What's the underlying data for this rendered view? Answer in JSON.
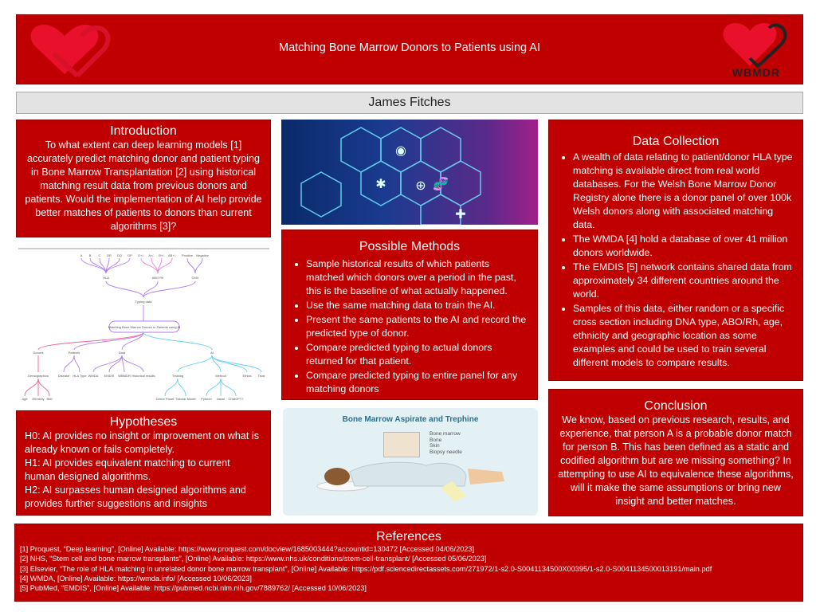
{
  "header": {
    "title": "Matching Bone Marrow Donors to Patients using AI",
    "logo_text": "WBMDR"
  },
  "author": "James Fitches",
  "intro": {
    "heading": "Introduction",
    "text": "To what extent can deep learning models [1] accurately predict matching donor and patient typing in Bone Marrow Transplantation [2] using historical matching result data from previous donors and patients. Would the implementation of AI help provide better matches of patients to donors than current algorithms [3]?"
  },
  "mindmap": {
    "root": "Matching Bone Marrow Donors to Patients using AI",
    "typing": "Typing data",
    "hla": [
      "A",
      "B",
      "C",
      "DR",
      "DQ",
      "DP"
    ],
    "abo": [
      "O+/-",
      "A+/-",
      "B+/-",
      "AB+/-"
    ],
    "cmv": [
      "Positive",
      "Negative"
    ],
    "mid": [
      "HLA",
      "ABO Rh",
      "CMV"
    ],
    "branches": [
      "Donors",
      "Patients",
      "Data",
      "AI"
    ],
    "donors_sub": "Demographics",
    "demo": [
      "Age",
      "Ethnicity",
      "BMI"
    ],
    "patients": [
      "Disease",
      "HLA Type"
    ],
    "data": [
      "WMDA",
      "EMDIS",
      "WBMDR",
      "Historical results"
    ],
    "ai": [
      "Training",
      "Method",
      "Ethics",
      "Trust"
    ],
    "training": [
      "Donor Panel",
      "Tabular Model"
    ],
    "method": [
      "Pytorch",
      "fastai",
      "ChatGPT?"
    ]
  },
  "hypotheses": {
    "heading": "Hypotheses",
    "lines": [
      "H0: AI provides no insight or improvement on what is already known or fails completely.",
      "H1: AI provides equivalent matching to current human designed algorithms.",
      "H2: AI surpasses human designed algorithms and provides further suggestions and insights"
    ]
  },
  "methods": {
    "heading": "Possible Methods",
    "items": [
      "Sample historical results of which patients matched which donors over a period in the past, this is the baseline of what actually happened.",
      "Use the same matching data to train the AI.",
      "Present the same patients to the AI and record the predicted type of donor.",
      "Compare predicted typing to actual donors returned for that patient.",
      "Compare predicted typing to entire panel for any matching donors"
    ]
  },
  "figure": {
    "title": "Bone Marrow Aspirate and Trephine",
    "labels": [
      "Bone marrow",
      "Bone",
      "Skin",
      "Biopsy needle"
    ]
  },
  "data_collection": {
    "heading": "Data Collection",
    "items": [
      "A wealth of data relating to patient/donor HLA type matching is available direct from real world databases. For the Welsh Bone Marrow Donor Registry alone there is a donor panel of over 100k Welsh donors along with associated matching data.",
      "The WMDA [4] hold a database of over 41 million donors worldwide.",
      "The EMDIS [5] network contains shared data from approximately 34 different countries around the world.",
      "Samples of this data, either random or a specific cross section including DNA type, ABO/Rh, age, ethnicity and geographic location as some examples and could be used to train several different models to compare results."
    ]
  },
  "conclusion": {
    "heading": "Conclusion",
    "text": "We know, based on previous research, results, and experience, that person A is a probable donor match for person B. This has been defined as a static and codified algorithm but are we missing something? In attempting to use AI to equivalence these algorithms, will it make the same assumptions or bring new insight and better matches."
  },
  "references": {
    "heading": "References",
    "items": [
      "[1] Proquest, “Deep  learning”, [Online] Available: https://www.proquest.com/docview/1685003444?accountid=130472 [Accessed 04/06/2023]",
      "[2] NHS,  “Stem  cell and bone marrow transplants”, [Online] Available: https://www.nhs.uk/conditions/stem-cell-transplant/ [Accessed 05/06/2023]",
      "[3] Elsevier, “The  role of HLA  matching in unrelated donor bone marrow transplant”, [Online] Available: https://pdf.sciencedirectassets.com/271972/1-s2.0-S0041134500X00395/1-s2.0-S0041134500013191/main.pdf",
      "[4] WMDA, [Online] Available: https://wmda.info/ [Accessed 10/06/2023]",
      "[5] PubMed, “EMDIS”,  [Online] Available: https://pubmed.ncbi.nlm.nih.gov/7889762/ [Accessed 10/06/2023]"
    ]
  },
  "colors": {
    "red": "#c00000",
    "heart": "#e8102a"
  }
}
